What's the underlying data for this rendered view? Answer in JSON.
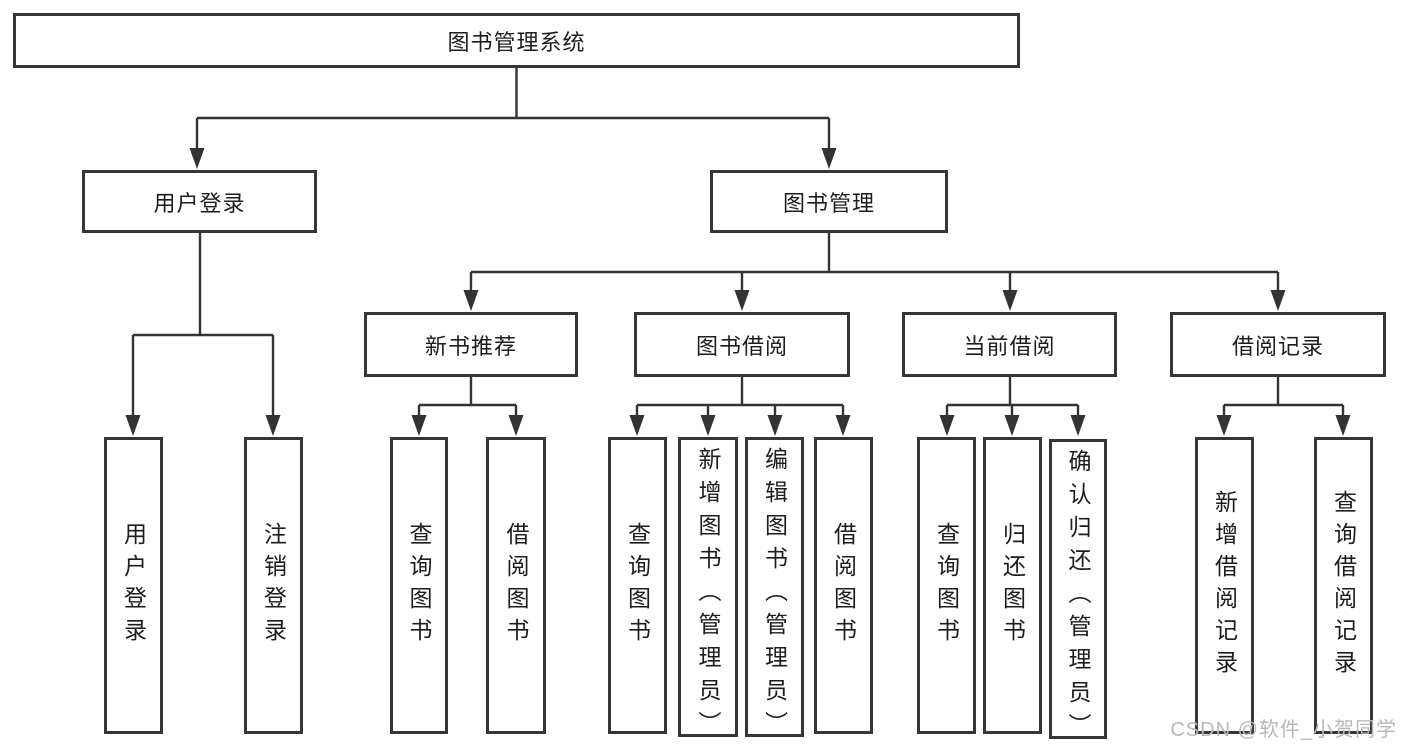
{
  "diagram_title": "图书管理系统",
  "tree": {
    "label": "图书管理系统",
    "children": [
      {
        "label": "用户登录",
        "children": [
          {
            "label": "用户登录"
          },
          {
            "label": "注销登录"
          }
        ]
      },
      {
        "label": "图书管理",
        "children": [
          {
            "label": "新书推荐",
            "children": [
              {
                "label": "查询图书"
              },
              {
                "label": "借阅图书"
              }
            ]
          },
          {
            "label": "图书借阅",
            "children": [
              {
                "label": "查询图书"
              },
              {
                "label": "新增图书（管理员）"
              },
              {
                "label": "编辑图书（管理员）"
              },
              {
                "label": "借阅图书"
              }
            ]
          },
          {
            "label": "当前借阅",
            "children": [
              {
                "label": "查询图书"
              },
              {
                "label": "归还图书"
              },
              {
                "label": "确认归还（管理员）"
              }
            ]
          },
          {
            "label": "借阅记录",
            "children": [
              {
                "label": "新增借阅记录"
              },
              {
                "label": "查询借阅记录"
              }
            ]
          }
        ]
      }
    ]
  },
  "watermark": {
    "text": "CSDN @软件_小贺同学"
  },
  "colors": {
    "line": "#333333",
    "box_border": "#363636",
    "text": "#1d1d1d",
    "watermark": "#b8b8b8",
    "background": "#ffffff"
  }
}
